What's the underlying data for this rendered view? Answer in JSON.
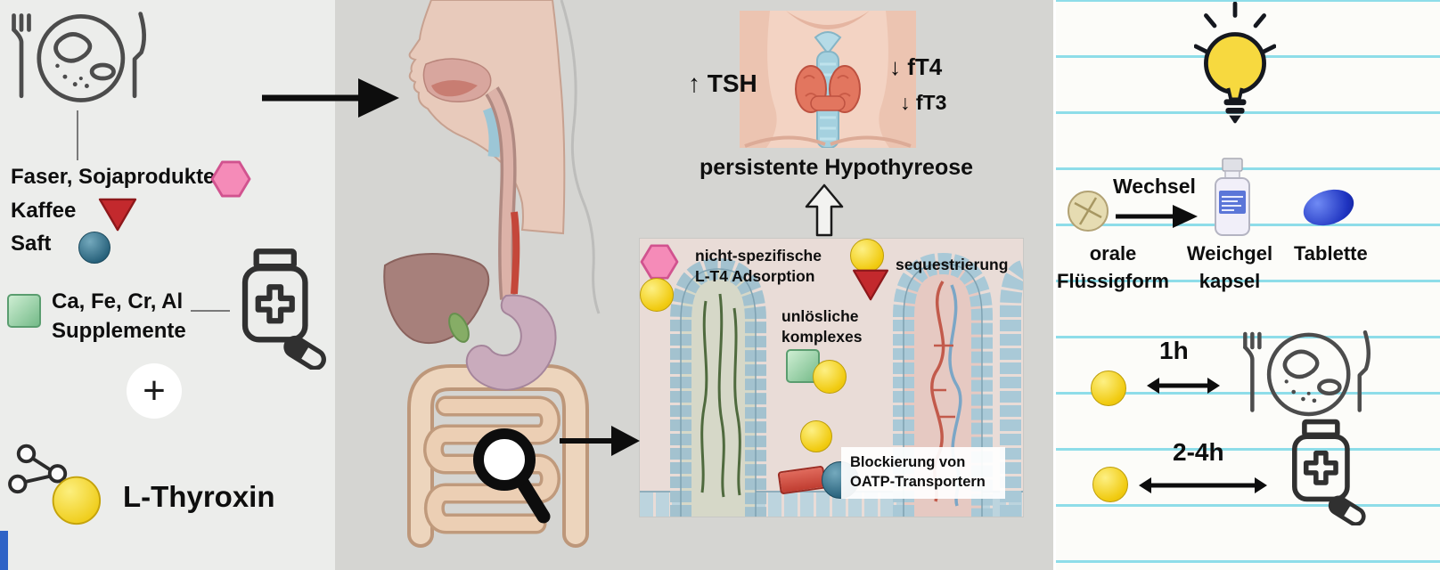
{
  "colors": {
    "left_panel_bg": "#ecedeb",
    "mid_panel_bg": "#d5d5d2",
    "paper_bg": "#fcfcf9",
    "paper_line": "#8edde9",
    "pink_hexagon": "#f58bb8",
    "red_triangle": "#c3292d",
    "teal_circle": "#235d77",
    "green_square": "#74ba88",
    "yellow_lt4": "#f1cb11",
    "blue_capsule": "#1e33c0"
  },
  "left_panel": {
    "food_items": [
      {
        "label": "Faser, Sojaprodukte",
        "symbol": "pink-hexagon"
      },
      {
        "label": "Kaffee",
        "symbol": "red-triangle"
      },
      {
        "label": "Saft",
        "symbol": "teal-circle"
      }
    ],
    "supplements": {
      "label": "Ca, Fe, Cr, Al\nSupplemente",
      "symbol": "green-square"
    },
    "plus_sign": "+",
    "drug_name": "L-Thyroxin"
  },
  "outcome": {
    "tsh": "↑ TSH",
    "ft4": "↓ fT4",
    "ft3": "↓ fT3",
    "diagnosis": "persistente Hypothyreose"
  },
  "mechanisms": {
    "adsorption": "nicht-spezifische\nL-T4 Adsorption",
    "sequestration": "sequestrierung",
    "complexes": "unlösliche\nkomplexes",
    "oatp_block": "Blockierung von\nOATP-Transportern"
  },
  "recommendations": {
    "switch_label": "Wechsel",
    "form_liquid": "orale\nFlüssigform",
    "form_softgel": "Weichgel\nkapsel",
    "form_tablet": "Tablette",
    "interval_food": "1h",
    "interval_supplements": "2-4h"
  }
}
